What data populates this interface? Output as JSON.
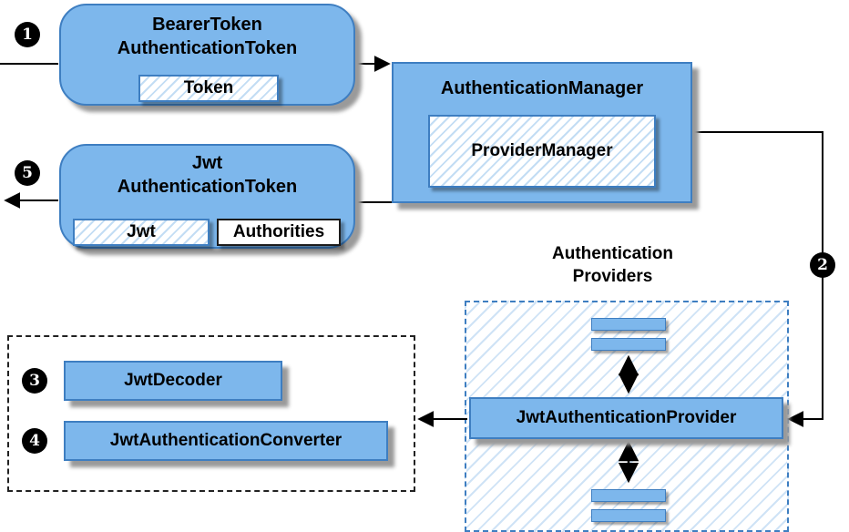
{
  "colors": {
    "box_fill": "#7db7ec",
    "box_border": "#3e7ec1",
    "hatch": "#c3ddf4",
    "hatch_light": "#cfe3f6",
    "shadow": "#9a9a9a"
  },
  "nodes": {
    "bearer": {
      "line1": "BearerToken",
      "line2": "AuthenticationToken",
      "token": "Token"
    },
    "manager": {
      "title": "AuthenticationManager",
      "inner": "ProviderManager"
    },
    "jwt_token": {
      "line1": "Jwt",
      "line2": "AuthenticationToken",
      "jwt": "Jwt",
      "authorities": "Authorities"
    },
    "providers": {
      "label_line1": "Authentication",
      "label_line2": "Providers",
      "provider": "JwtAuthenticationProvider"
    },
    "helpers": {
      "decoder": "JwtDecoder",
      "converter": "JwtAuthenticationConverter"
    }
  },
  "badges": {
    "one": "1",
    "two": "2",
    "three": "3",
    "four": "4",
    "five": "5"
  }
}
